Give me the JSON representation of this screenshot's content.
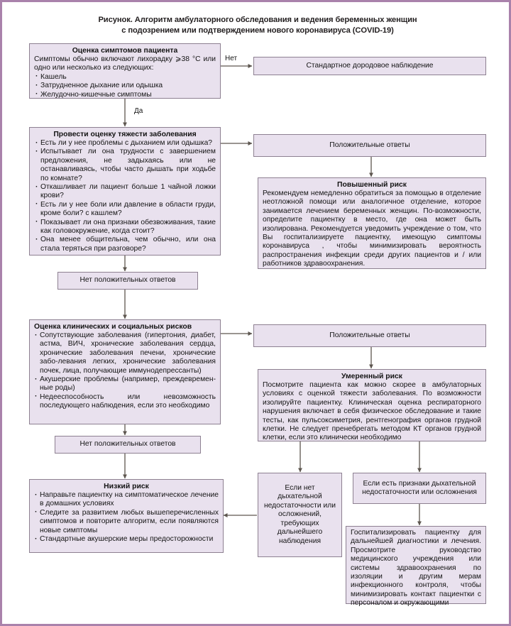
{
  "figure": {
    "title_line1": "Рисунок. Алгоритм амбулаторного обследования и ведения беременных женщин",
    "title_line2": "с подозрением или подтверждением нового коронавируса (COVID-19)"
  },
  "theme": {
    "box_fill": "#e9e1ee",
    "box_border": "#8d8091",
    "page_border": "#a982ab",
    "arrow_color": "#5d564f",
    "text_color": "#141414"
  },
  "edge_labels": {
    "no": "Нет",
    "yes": "Да"
  },
  "nodes": {
    "symptom_assessment": {
      "header": "Оценка симптомов пациента",
      "intro": "Симптомы обычно включают лихорадку ⩾38 °C или одно или несколько из следующих:",
      "bullets": [
        "Кашель",
        "Затрудненное дыхание или одышка",
        "Желудочно-кишечные симптомы"
      ]
    },
    "standard_prenatal": {
      "label": "Стандартное дородовое наблюдение"
    },
    "severity_assessment": {
      "header": "Провести оценку тяжести заболевания",
      "bullets": [
        "Есть ли у нее проблемы с дыханием или одышка?",
        "Испытывает ли она трудности с завершением предложения, не задыхаясь или не останавливаясь, чтобы часто дышать при ходьбе по комнате?",
        "Откашливает ли пациент больше 1 чайной ложки крови?",
        "Есть ли у нее боли или давление в области груди, кроме боли? с кашлем?",
        "Показывает ли она признаки обезвоживания, такие как головокружение, когда стоит?",
        "Она менее общительна, чем обычно, или она стала теряться при разговоре?"
      ]
    },
    "positive_answers_1": {
      "label": "Положительные ответы"
    },
    "high_risk": {
      "header": "Повышенный риск",
      "body": "Рекомендуем немедленно обратиться за помощью в отделение неотложной помощи или аналогичное отделение, которое занимается лечением беременных женщин. По-возможности, определите пациентку в место, где она может быть изолирована. Рекомендуется уведомить учреждение о том, что Вы госпитализируете пациентку, имеющую симптомы коронавируса , чтобы минимизировать вероятность распространения инфекции среди других пациентов и / или работников здравоохранения."
    },
    "no_positive_answers_1": {
      "label": "Нет положительных ответов"
    },
    "clinical_social_risks": {
      "header": "Оценка клинических и социальных рисков",
      "bullets": [
        "Сопутствующие заболевания (гипертония, диабет, астма, ВИЧ, хронические заболевания сердца, хронические заболевания печени, хронические забо-левания легких, хронические заболевания почек, лица, получающие иммунодепрессанты)",
        "Акушерские проблемы (например, преждевремен-ные роды)",
        "Недееспособность или невозможность последующего наблюдения, если это необходимо"
      ]
    },
    "positive_answers_2": {
      "label": "Положительные ответы"
    },
    "moderate_risk": {
      "header": "Умеренный риск",
      "body": "Посмотрите пациента как можно скорее в амбулаторных условиях с оценкой тяжести заболевания. По возможности изолируйте пациентку. Клиническая оценка респираторного нарушения включает в себя физическое обследование и такие тесты, как пульсоксиметрия, рентгенография органов грудной клетки. Не следует пренебрегать методом КТ органов грудной клетки, если это клинически необходимо"
    },
    "no_positive_answers_2": {
      "label": "Нет положительных ответов"
    },
    "low_risk": {
      "header": "Низкий риск",
      "bullets": [
        "Направьте пациентку на симптоматическое лечение в домашних условиях",
        "Следите за развитием любых вышеперечисленных симптомов и повторите алгоритм, если появляются новые симптомы",
        "Стандартные акушерские меры предосторожности"
      ]
    },
    "no_respiratory_failure": {
      "label": "Если нет дыхательной недостаточности или осложнений, требующих дальнейшего наблюдения"
    },
    "has_respiratory_failure": {
      "label": "Если есть признаки дыхательной недостаточности или осложнения"
    },
    "hospitalize": {
      "body": "Госпитализировать пациентку для дальнейшей диагностики и лечения. Просмотрите руководство медицинского учреждения или системы здравоохранения по изоляции и другим мерам инфекционного контроля, чтобы минимизировать контакт пациентки с персоналом и окружающими"
    }
  }
}
